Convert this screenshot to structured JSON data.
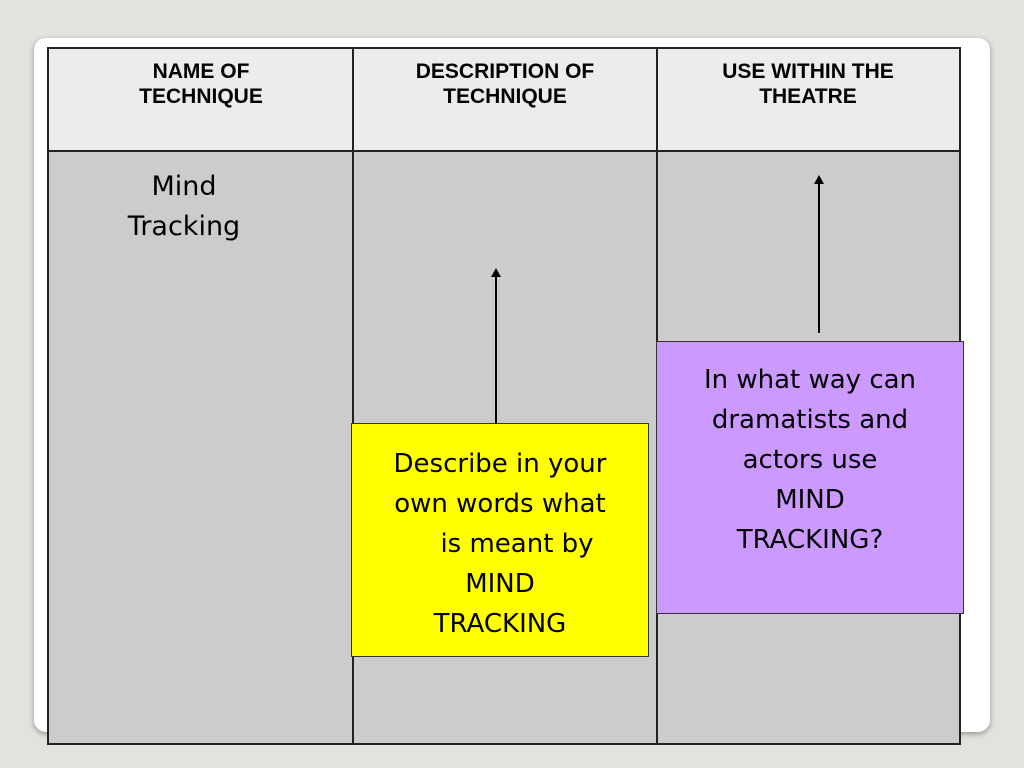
{
  "table": {
    "headers": [
      "NAME OF TECHNIQUE",
      "DESCRIPTION OF TECHNIQUE",
      "USE WITHIN THE THEATRE"
    ],
    "rows": [
      [
        "Mind Tracking",
        "",
        ""
      ]
    ]
  },
  "header": {
    "col1": {
      "line1": "NAME OF",
      "line2": "TECHNIQUE"
    },
    "col2": {
      "line1": "DESCRIPTION OF",
      "line2": "TECHNIQUE"
    },
    "col3": {
      "line1": "USE WITHIN THE",
      "line2": "THEATRE"
    }
  },
  "body": {
    "technique_name": {
      "line1": "Mind",
      "line2": "Tracking"
    }
  },
  "callouts": {
    "description": {
      "lines": [
        "Describe in your",
        "own words what",
        "is meant by",
        "MIND",
        "TRACKING"
      ],
      "color": "#ffff00"
    },
    "use": {
      "lines": [
        "In what way can",
        "dramatists and",
        "actors use",
        "MIND",
        "TRACKING?"
      ],
      "color": "#cc99ff"
    }
  },
  "colors": {
    "background": "#e4e2dc",
    "header_fill": "#ececec",
    "body_fill": "#cccccc",
    "border": "#222222"
  }
}
